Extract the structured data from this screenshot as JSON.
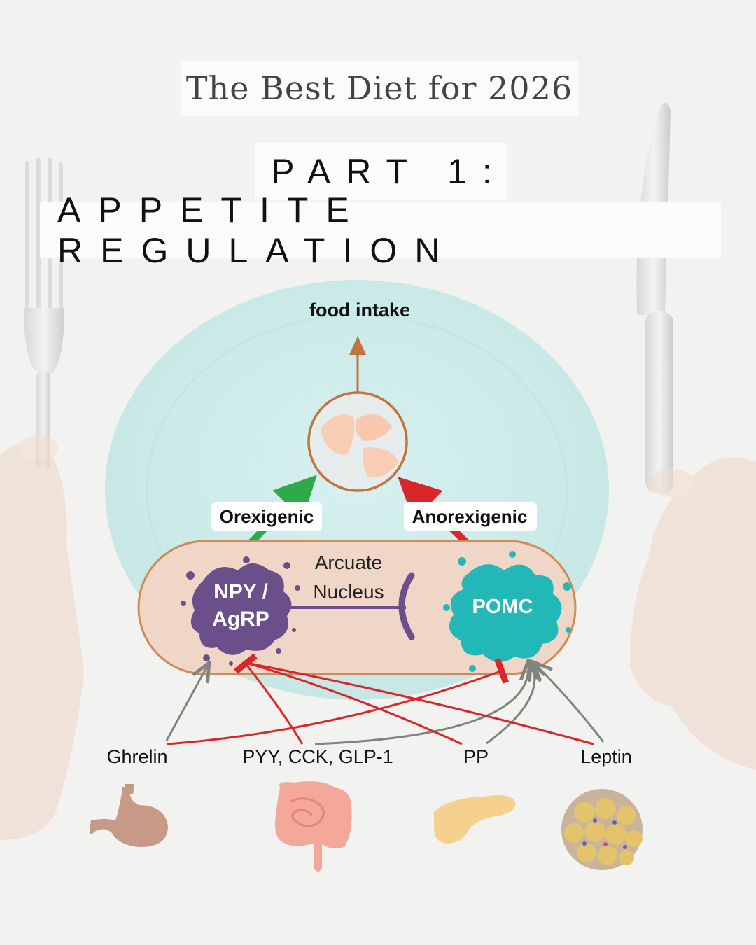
{
  "header": {
    "subtitle": "The Best Diet for 2026",
    "part": "PART 1:",
    "title": "APPETITE REGULATION"
  },
  "diagram": {
    "output_label": "food intake",
    "orexigenic_label": "Orexigenic",
    "anorexigenic_label": "Anorexigenic",
    "nucleus_label_line1": "Arcuate",
    "nucleus_label_line2": "Nucleus",
    "npy_line1": "NPY /",
    "npy_line2": "AgRP",
    "pomc_label": "POMC",
    "hormones": {
      "ghrelin": "Ghrelin",
      "gut": "PYY, CCK, GLP-1",
      "pp": "PP",
      "leptin": "Leptin"
    }
  },
  "colors": {
    "stimulate_arrow": "#2eaa4a",
    "inhibit_arrow": "#d9262b",
    "input_arrow": "#7f857d",
    "npy_splat": "#6a4f8a",
    "pomc_splat": "#23b8b8",
    "nucleus_fill": "#f0d6c6",
    "nucleus_border": "#d08a5a",
    "output_arrow": "#c3743e",
    "plate": "#cfecea"
  },
  "icons": {
    "ghrelin_organ": "stomach-icon",
    "gut_organ": "intestines-icon",
    "pp_organ": "pancreas-icon",
    "leptin_organ": "fat-tissue-icon"
  }
}
